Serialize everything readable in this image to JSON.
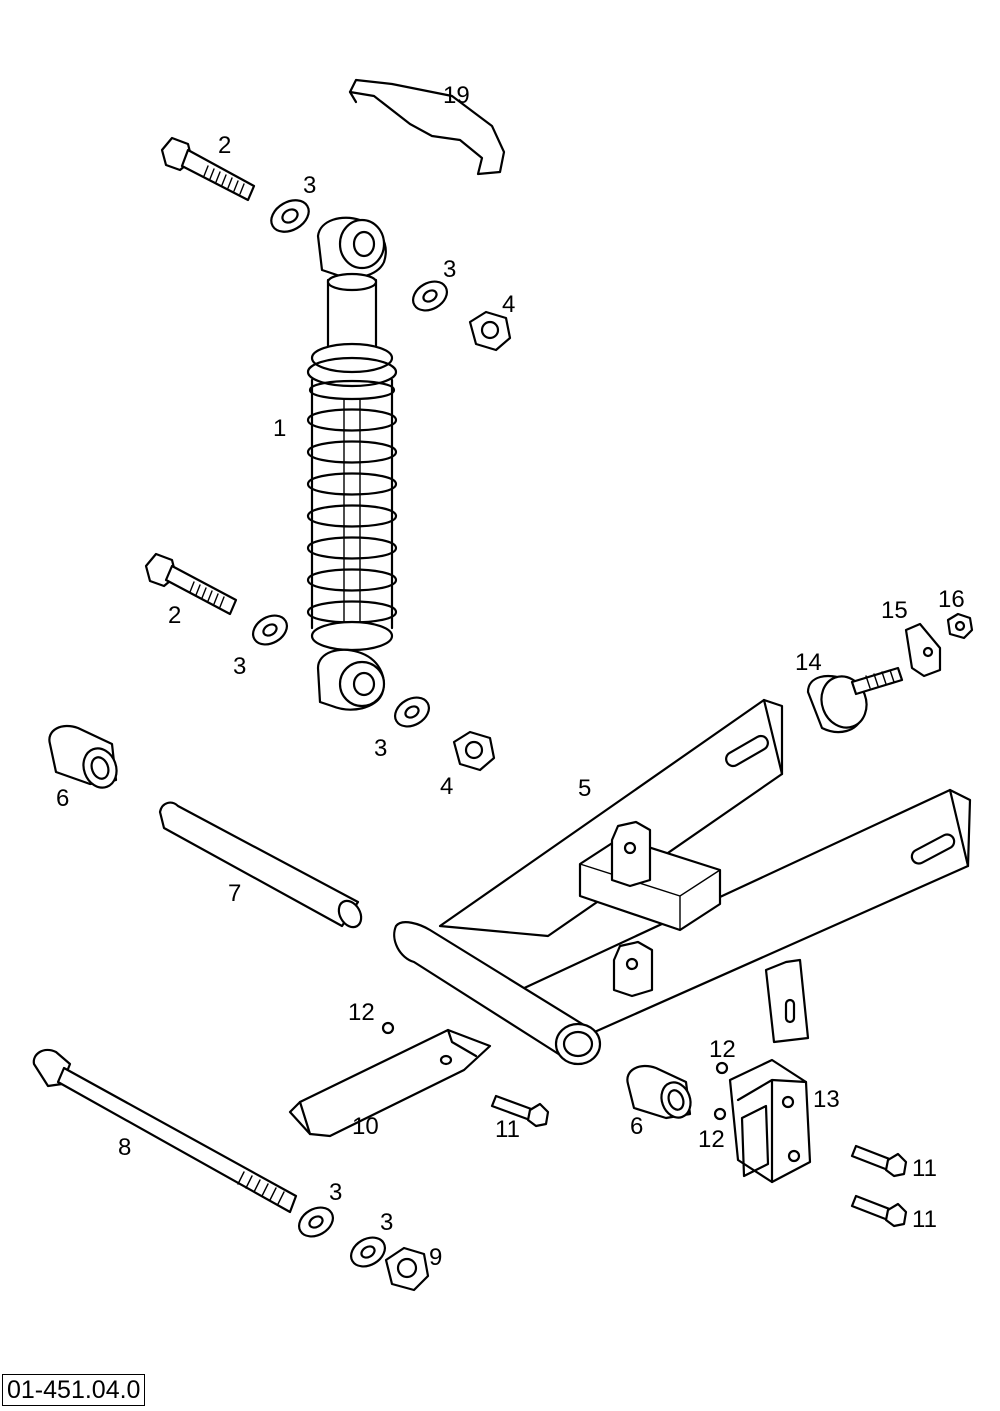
{
  "drawing_number": "01-451.04.0",
  "callouts": {
    "c1": "1",
    "c2a": "2",
    "c2b": "2",
    "c3a": "3",
    "c3b": "3",
    "c3c": "3",
    "c3d": "3",
    "c3e": "3",
    "c3f": "3",
    "c4a": "4",
    "c4b": "4",
    "c5": "5",
    "c6a": "6",
    "c6b": "6",
    "c7": "7",
    "c8": "8",
    "c9": "9",
    "c10": "10",
    "c11a": "11",
    "c11b": "11",
    "c11c": "11",
    "c12a": "12",
    "c12b": "12",
    "c12c": "12",
    "c13": "13",
    "c14": "14",
    "c15": "15",
    "c16": "16",
    "c19": "19"
  }
}
